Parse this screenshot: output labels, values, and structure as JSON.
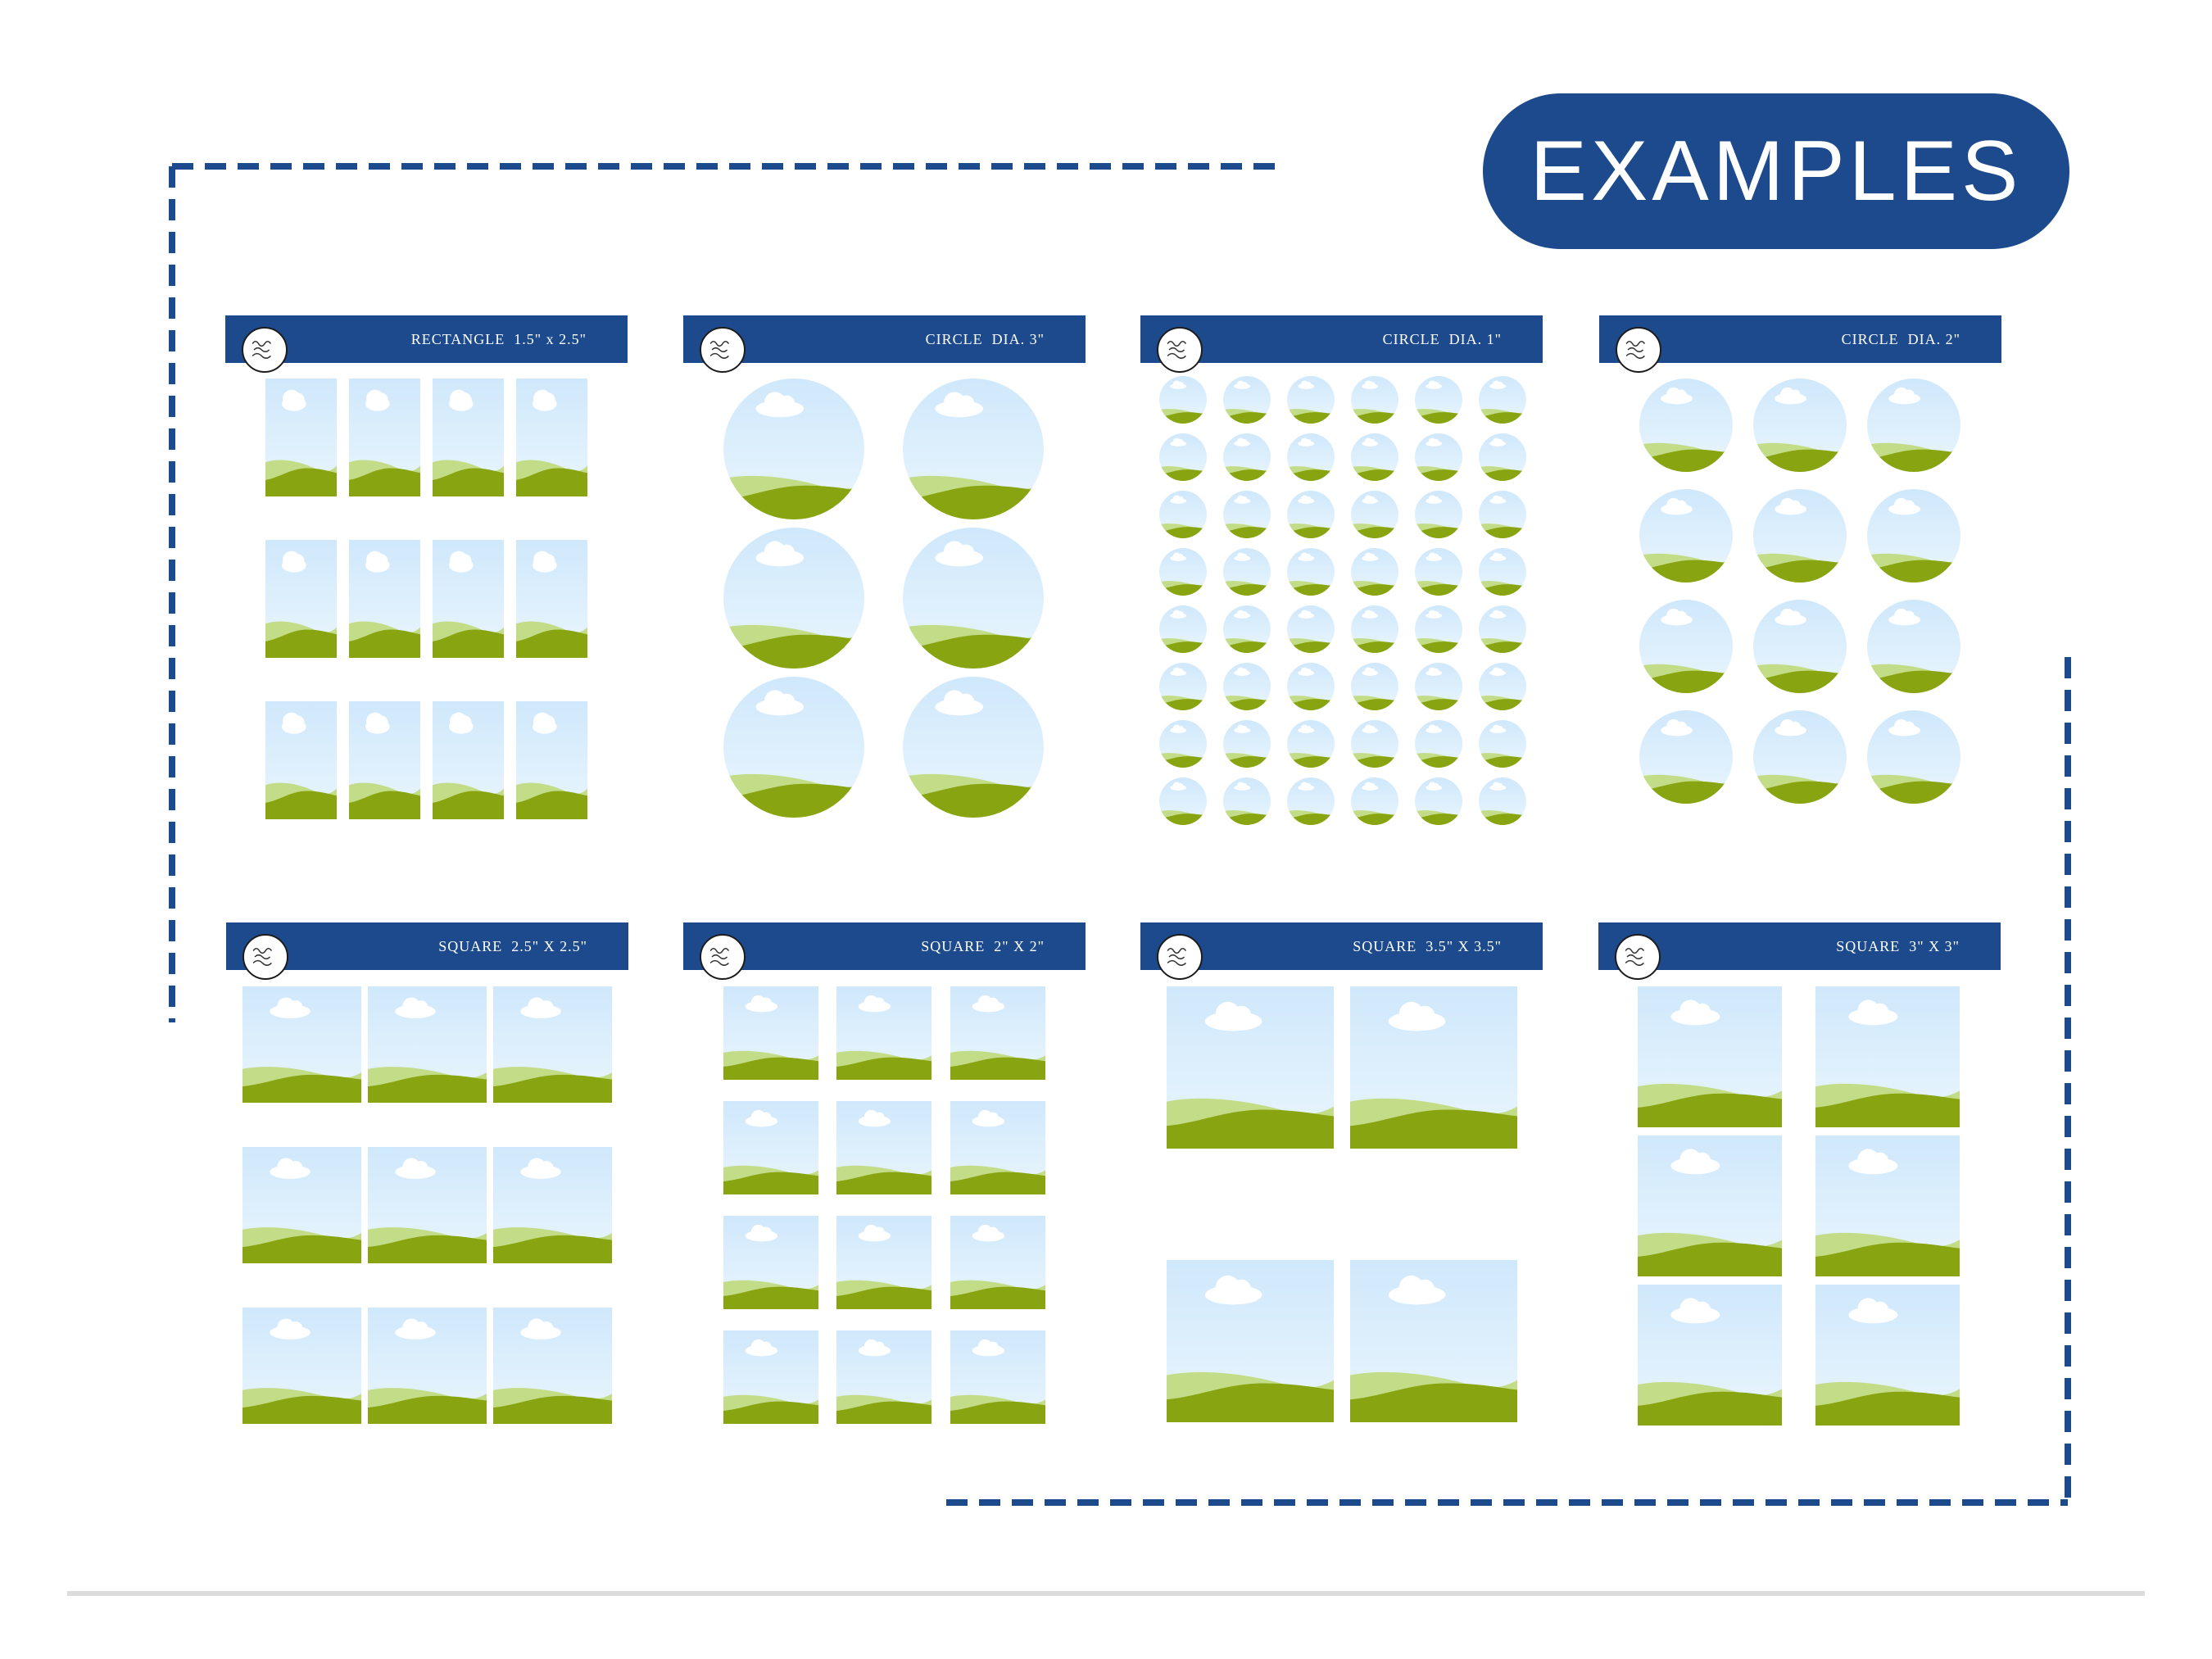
{
  "title": "EXAMPLES",
  "colors": {
    "navy": "#1d4a8c",
    "sky_top": "#cfe8fb",
    "sky_bottom": "#eaf6fe",
    "hill_light": "#c3dc88",
    "hill_dark": "#88a410",
    "cloud": "#ffffff",
    "divider": "#dcdcdc"
  },
  "panels": [
    {
      "label": "RECTANGLE  1.5\" x 2.5\"",
      "shape": "rect"
    },
    {
      "label": "CIRCLE  DIA. 3\"",
      "shape": "circle"
    },
    {
      "label": "CIRCLE  DIA. 1\"",
      "shape": "circle"
    },
    {
      "label": "CIRCLE  DIA. 2\"",
      "shape": "circle"
    },
    {
      "label": "SQUARE  2.5\" X 2.5\"",
      "shape": "square"
    },
    {
      "label": "SQUARE  2\" X 2\"",
      "shape": "square"
    },
    {
      "label": "SQUARE  3.5\" X 3.5\"",
      "shape": "square"
    },
    {
      "label": "SQUARE  3\" X 3\"",
      "shape": "square"
    }
  ]
}
